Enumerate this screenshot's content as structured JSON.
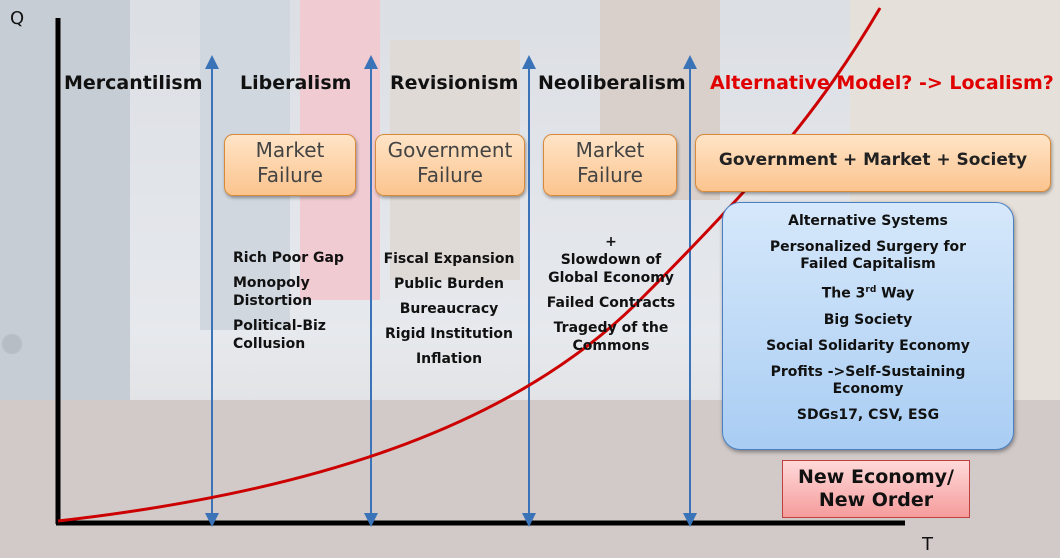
{
  "axes": {
    "y_label": "Q",
    "x_label": "T"
  },
  "eras": [
    {
      "label": "Mercantilism"
    },
    {
      "label": "Liberalism"
    },
    {
      "label": "Revisionism"
    },
    {
      "label": "Neoliberalism"
    },
    {
      "label": "Alternative Model? -> Localism?"
    }
  ],
  "failures": [
    {
      "line1": "Market",
      "line2": "Failure"
    },
    {
      "line1": "Government",
      "line2": "Failure"
    },
    {
      "line1": "Market",
      "line2": "Failure"
    }
  ],
  "combo_box": "Government + Market + Society",
  "liberalism_issues": [
    "Rich Poor Gap",
    "Monopoly Distortion",
    "Political-Biz Collusion"
  ],
  "revisionism_issues": [
    "Fiscal Expansion",
    "Public Burden",
    "Bureaucracy",
    "Rigid Institution",
    "Inflation"
  ],
  "neoliberalism_issues": [
    "+",
    "Slowdown of Global Economy",
    "Failed Contracts",
    "Tragedy of the Commons"
  ],
  "alternative_systems": {
    "title": "Alternative Systems",
    "items": [
      "Personalized Surgery for Failed Capitalism",
      "The 3rd Way",
      "Big Society",
      "Social Solidarity Economy",
      "Profits ->Self-Sustaining Economy",
      "SDGs17, CSV, ESG"
    ]
  },
  "new_order": "New Economy/ New Order",
  "colors": {
    "curve": "#cc0000",
    "arrows": "#3b73b9",
    "alt_title": "#e00000"
  }
}
